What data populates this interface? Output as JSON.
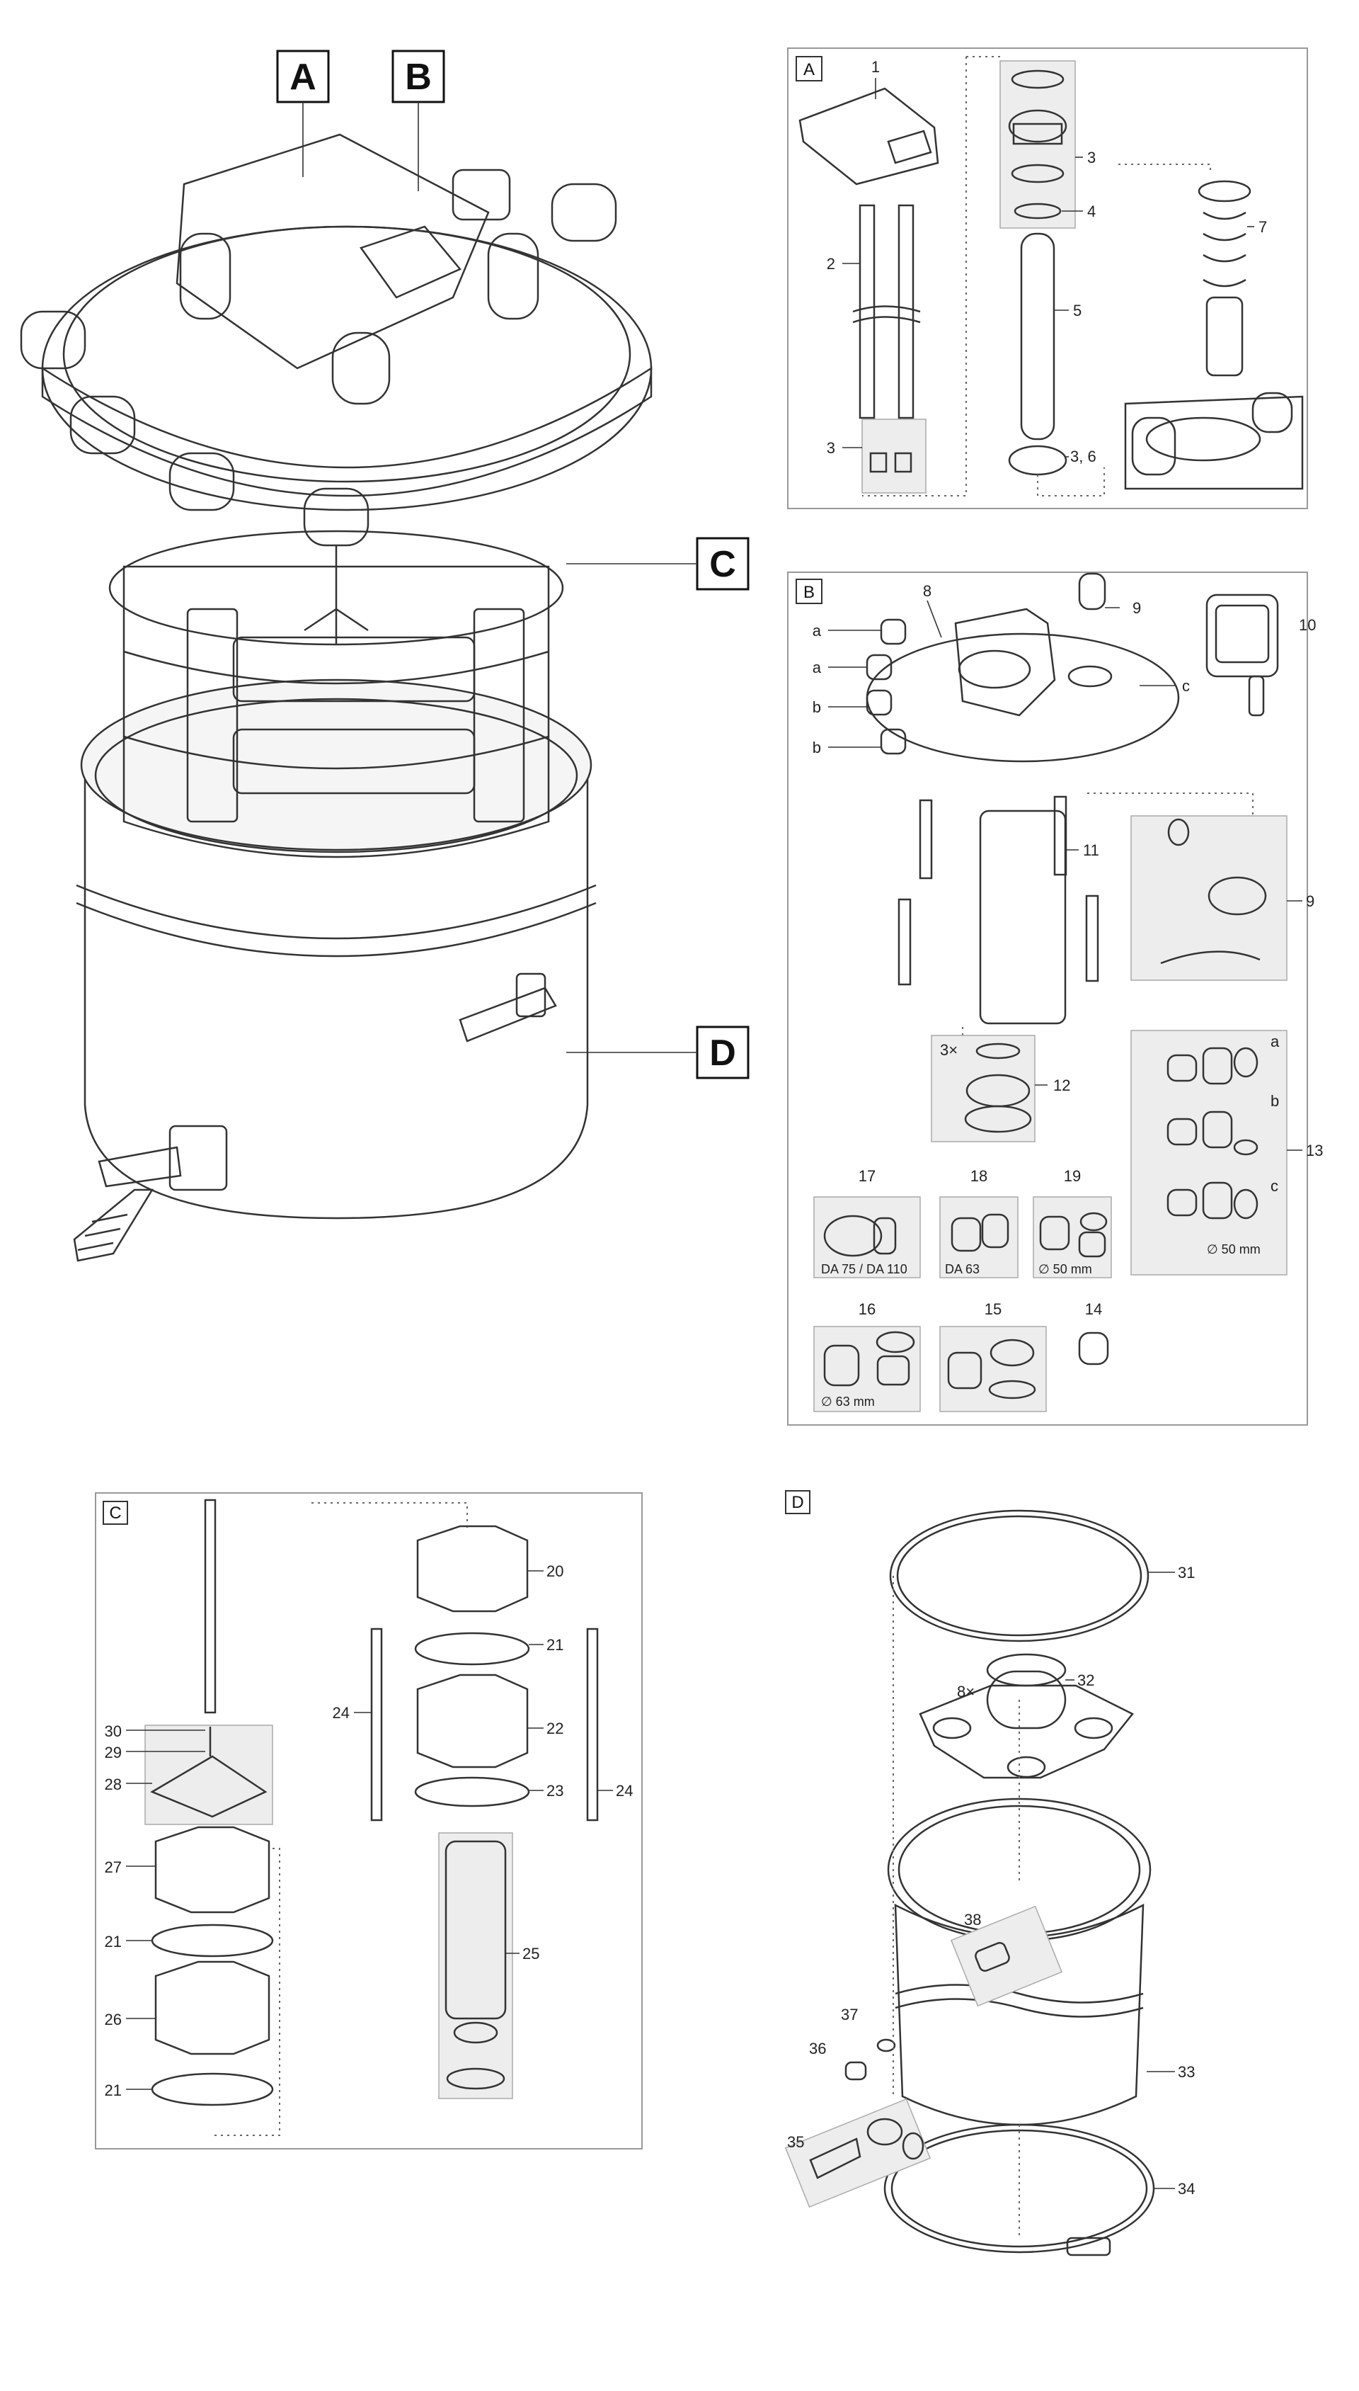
{
  "overview": {
    "letters": [
      "A",
      "B",
      "C",
      "D"
    ]
  },
  "panel_a": {
    "tag": "A",
    "labels": [
      "1",
      "2",
      "3",
      "3",
      "4",
      "5",
      "3, 6",
      "7"
    ]
  },
  "panel_b": {
    "tag": "B",
    "labels": [
      "8",
      "9",
      "10",
      "11",
      "9",
      "12",
      "13",
      "17",
      "18",
      "19",
      "16",
      "15",
      "14"
    ],
    "letters": [
      "a",
      "a",
      "b",
      "b",
      "c",
      "a",
      "b",
      "c"
    ],
    "qty": "3×",
    "captions": {
      "p17": "DA 75 / DA 110",
      "p18": "DA 63",
      "p19": "∅ 50 mm",
      "p16": "∅ 63 mm",
      "p13": "∅ 50 mm"
    }
  },
  "panel_c": {
    "tag": "C",
    "labels": [
      "30",
      "29",
      "28",
      "27",
      "21",
      "26",
      "21",
      "20",
      "21",
      "24",
      "22",
      "23",
      "24",
      "25"
    ]
  },
  "panel_d": {
    "tag": "D",
    "labels": [
      "31",
      "32",
      "33",
      "34",
      "35",
      "36",
      "37",
      "38"
    ],
    "qty": "8×"
  }
}
